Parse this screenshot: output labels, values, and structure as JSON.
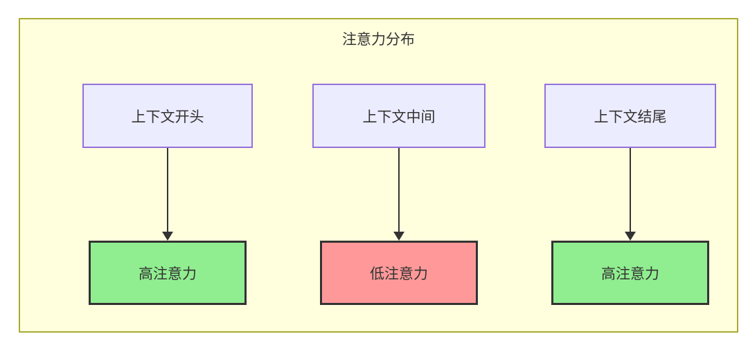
{
  "diagram": {
    "type": "flowchart-top-down",
    "title": "注意力分布",
    "colors": {
      "cluster_fill": "#ffffde",
      "cluster_border": "#aaaa33",
      "source_fill": "#ececff",
      "source_border": "#9370db",
      "target_border": "#333333",
      "high_attention_fill": "#90ee90",
      "low_attention_fill": "#ff9999",
      "arrow": "#333333",
      "text": "#333333"
    },
    "flows": [
      {
        "source": {
          "label": "上下文开头"
        },
        "target": {
          "label": "高注意力",
          "fill": "#90ee90",
          "level": "high"
        }
      },
      {
        "source": {
          "label": "上下文中间"
        },
        "target": {
          "label": "低注意力",
          "fill": "#ff9999",
          "level": "low"
        }
      },
      {
        "source": {
          "label": "上下文结尾"
        },
        "target": {
          "label": "高注意力",
          "fill": "#90ee90",
          "level": "high"
        }
      }
    ]
  }
}
